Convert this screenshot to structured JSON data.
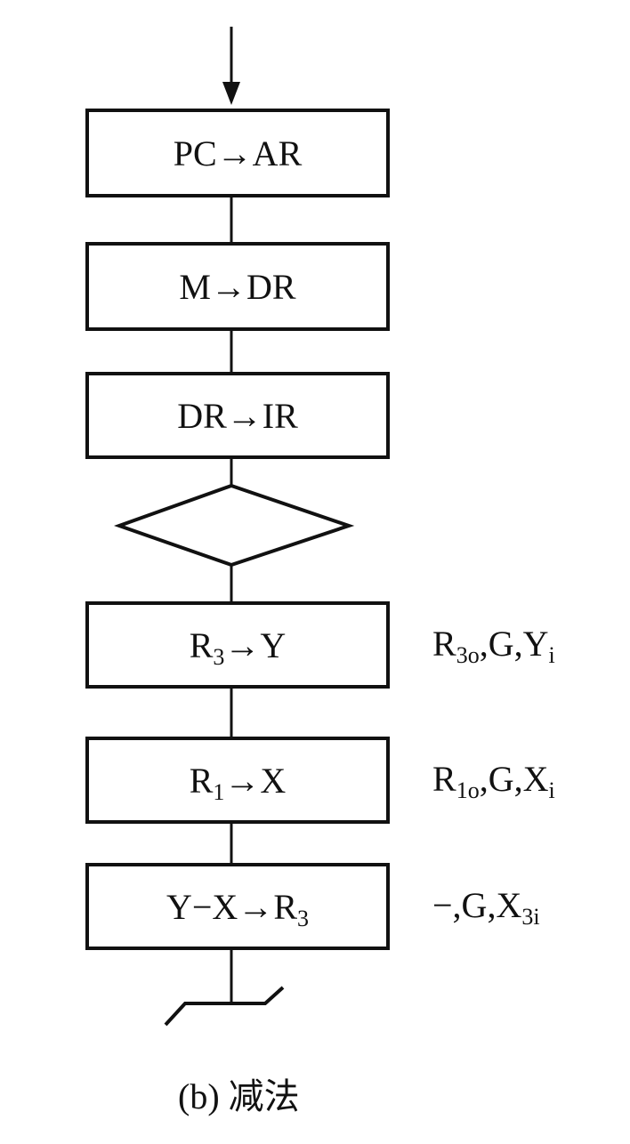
{
  "steps": [
    {
      "parts": [
        {
          "t": "PC→AR"
        }
      ]
    },
    {
      "parts": [
        {
          "t": "M→DR"
        }
      ]
    },
    {
      "parts": [
        {
          "t": "DR→IR"
        }
      ]
    },
    {
      "parts": [
        {
          "t": "R"
        },
        {
          "t": "3",
          "sub": true
        },
        {
          "t": "→Y"
        }
      ]
    },
    {
      "parts": [
        {
          "t": "R"
        },
        {
          "t": "1",
          "sub": true
        },
        {
          "t": "→X"
        }
      ]
    },
    {
      "parts": [
        {
          "t": "Y−X→R"
        },
        {
          "t": "3",
          "sub": true
        }
      ]
    }
  ],
  "notes": [
    {
      "parts": [
        {
          "t": "R"
        },
        {
          "t": "3o",
          "sub": true
        },
        {
          "t": ",G,Y"
        },
        {
          "t": "i",
          "sub": true
        }
      ]
    },
    {
      "parts": [
        {
          "t": "R"
        },
        {
          "t": "1o",
          "sub": true
        },
        {
          "t": ",G,X"
        },
        {
          "t": "i",
          "sub": true
        }
      ]
    },
    {
      "parts": [
        {
          "t": "−,G,X"
        },
        {
          "t": "3i",
          "sub": true
        }
      ]
    }
  ],
  "caption": "(b) 减法"
}
